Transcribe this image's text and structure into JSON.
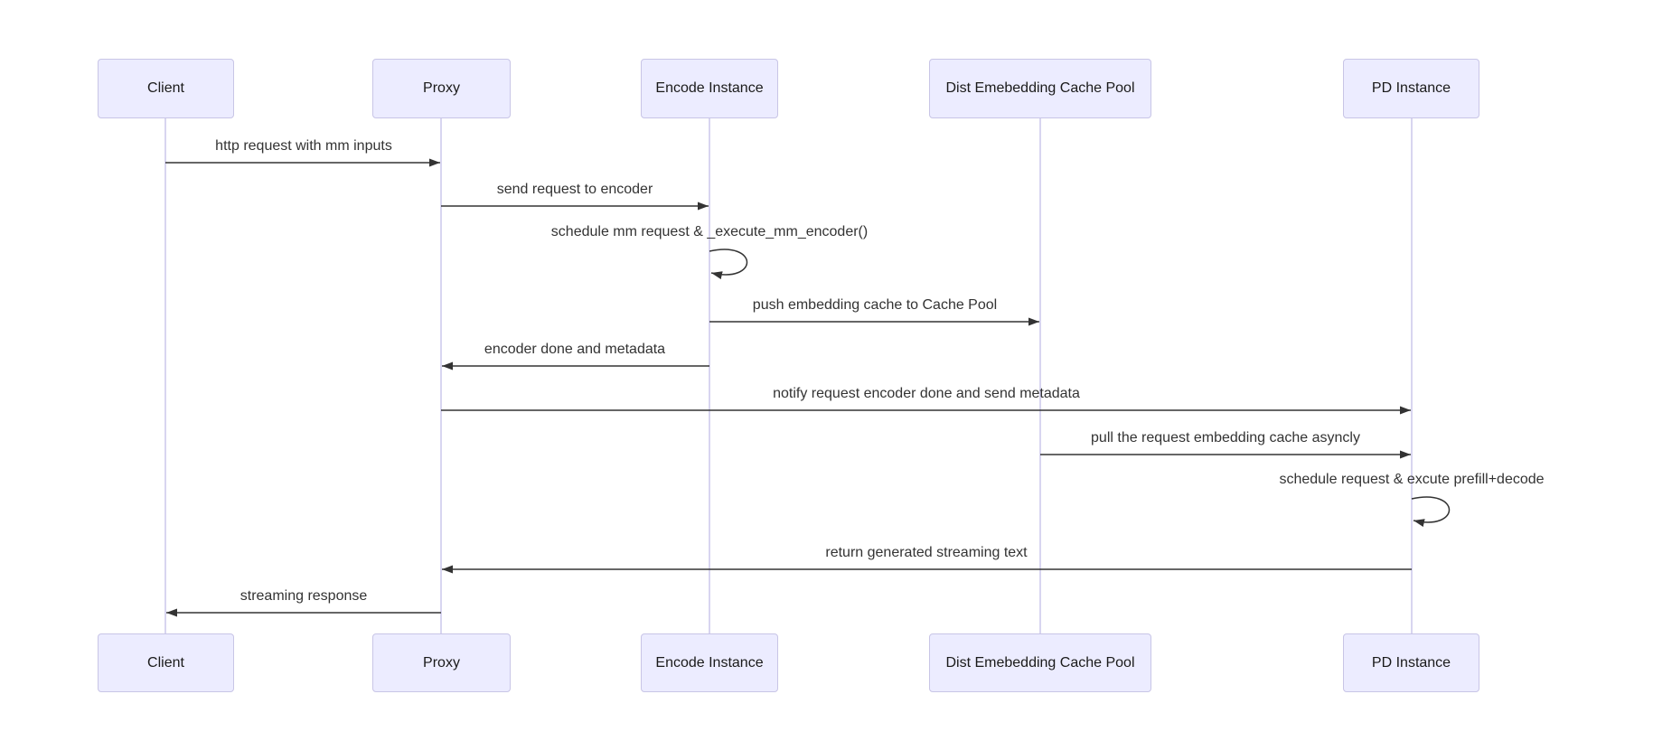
{
  "diagram": {
    "kind": "sequence-diagram",
    "participants": [
      {
        "id": "client",
        "name": "Client"
      },
      {
        "id": "proxy",
        "name": "Proxy"
      },
      {
        "id": "encode",
        "name": "Encode Instance"
      },
      {
        "id": "cachepool",
        "name": "Dist Emebedding Cache Pool"
      },
      {
        "id": "pd",
        "name": "PD Instance"
      }
    ],
    "messages": [
      {
        "from": "Client",
        "to": "Proxy",
        "label": "http request with mm inputs",
        "self": false
      },
      {
        "from": "Proxy",
        "to": "Encode Instance",
        "label": "send request to encoder",
        "self": false
      },
      {
        "from": "Encode Instance",
        "to": "Encode Instance",
        "label": "schedule mm request & _execute_mm_encoder()",
        "self": true
      },
      {
        "from": "Encode Instance",
        "to": "Dist Emebedding Cache Pool",
        "label": "push embedding cache to Cache Pool",
        "self": false
      },
      {
        "from": "Encode Instance",
        "to": "Proxy",
        "label": "encoder done and metadata",
        "self": false
      },
      {
        "from": "Proxy",
        "to": "PD Instance",
        "label": "notify request encoder done and send metadata",
        "self": false
      },
      {
        "from": "Dist Emebedding Cache Pool",
        "to": "PD Instance",
        "label": "pull the request embedding cache asyncly",
        "self": false
      },
      {
        "from": "PD Instance",
        "to": "PD Instance",
        "label": "schedule request & excute prefill+decode",
        "self": true
      },
      {
        "from": "PD Instance",
        "to": "Proxy",
        "label": "return generated streaming text",
        "self": false
      },
      {
        "from": "Proxy",
        "to": "Client",
        "label": "streaming response",
        "self": false
      }
    ],
    "colors": {
      "actor_fill": "#ECECFF",
      "actor_border": "#C8C5E6",
      "lifeline": "#CBC7EB",
      "arrow": "#333333",
      "text": "#333333",
      "background": "#FFFFFF"
    }
  }
}
